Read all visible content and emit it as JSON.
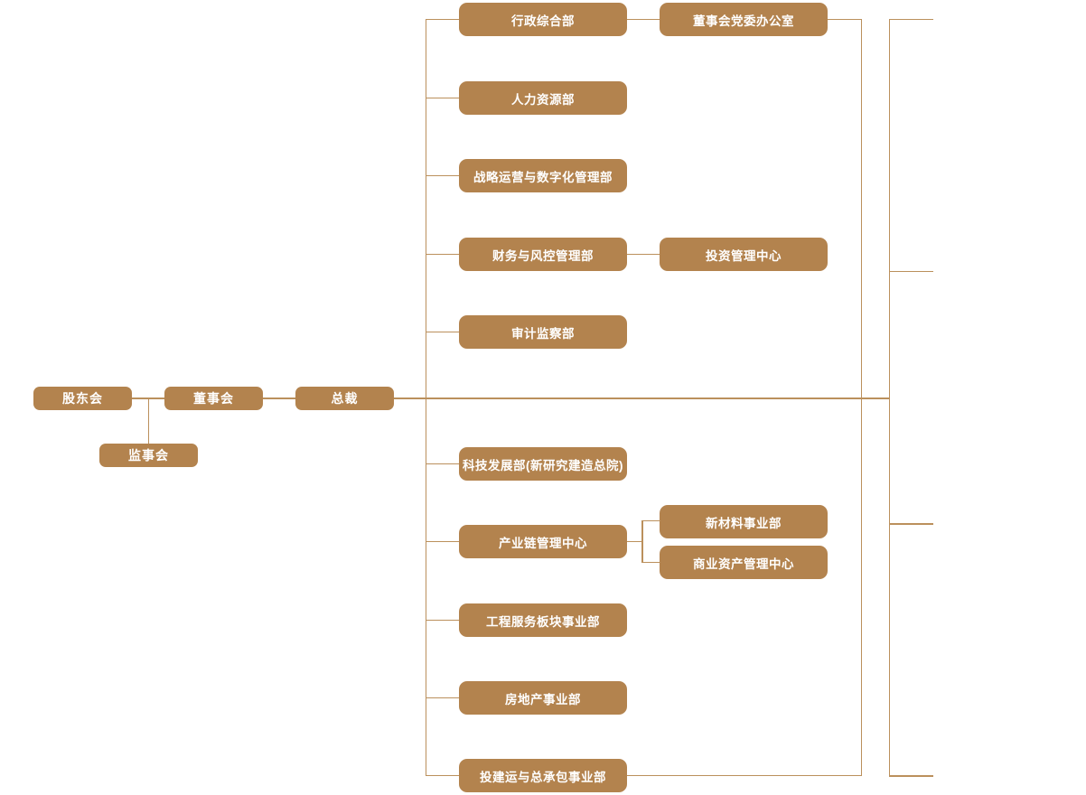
{
  "palette": {
    "node_fill": "#b3834e",
    "node_text": "#ffffff",
    "line": "#bb905c",
    "background": "#ffffff"
  },
  "governance": {
    "shareholders": "股东会",
    "board_of_directors": "董事会",
    "president": "总裁",
    "supervisory_board": "监事会"
  },
  "headquarters_departments": [
    {
      "label": "行政综合部"
    },
    {
      "label": "人力资源部"
    },
    {
      "label": "战略运营与数字化管理部"
    },
    {
      "label": "财务与风控管理部"
    },
    {
      "label": "审计监察部"
    }
  ],
  "business_departments": [
    {
      "label": "科技发展部(新研究建造总院)"
    },
    {
      "label": "产业链管理中心"
    },
    {
      "label": "工程服务板块事业部"
    },
    {
      "label": "房地产事业部"
    },
    {
      "label": "投建运与总承包事业部"
    }
  ],
  "affiliated_units": {
    "board_party_office": "董事会党委办公室",
    "investment_center": "投资管理中心",
    "new_materials_division": "新材料事业部",
    "commercial_assets_center": "商业资产管理中心"
  }
}
